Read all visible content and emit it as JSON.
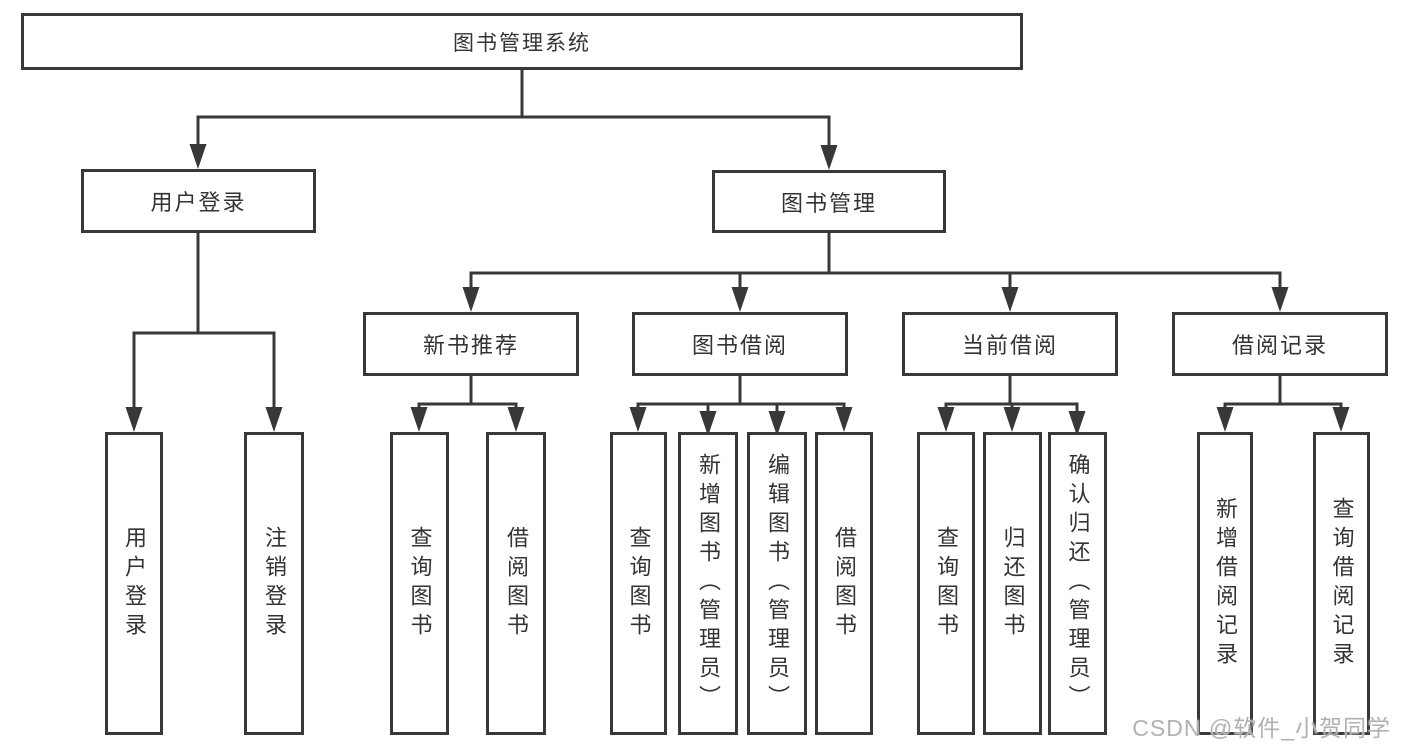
{
  "title": "图书管理系统",
  "colors": {
    "line": "#383838",
    "text": "#333333",
    "box_background": "#ffffff",
    "watermark": "#b2b0b2"
  },
  "tree": {
    "root": {
      "label": "图书管理系统"
    },
    "branches": [
      {
        "label": "用户登录",
        "children": [
          {
            "label": "用户登录"
          },
          {
            "label": "注销登录"
          }
        ]
      },
      {
        "label": "图书管理",
        "children": [
          {
            "label": "新书推荐",
            "children": [
              {
                "label": "查询图书"
              },
              {
                "label": "借阅图书"
              }
            ]
          },
          {
            "label": "图书借阅",
            "children": [
              {
                "label": "查询图书"
              },
              {
                "label": "新增图书（管理员）"
              },
              {
                "label": "编辑图书（管理员）"
              },
              {
                "label": "借阅图书"
              }
            ]
          },
          {
            "label": "当前借阅",
            "children": [
              {
                "label": "查询图书"
              },
              {
                "label": "归还图书"
              },
              {
                "label": "确认归还（管理员）"
              }
            ]
          },
          {
            "label": "借阅记录",
            "children": [
              {
                "label": "新增借阅记录"
              },
              {
                "label": "查询借阅记录"
              }
            ]
          }
        ]
      }
    ]
  },
  "watermark": {
    "text": "CSDN @软件_小贺同学"
  }
}
